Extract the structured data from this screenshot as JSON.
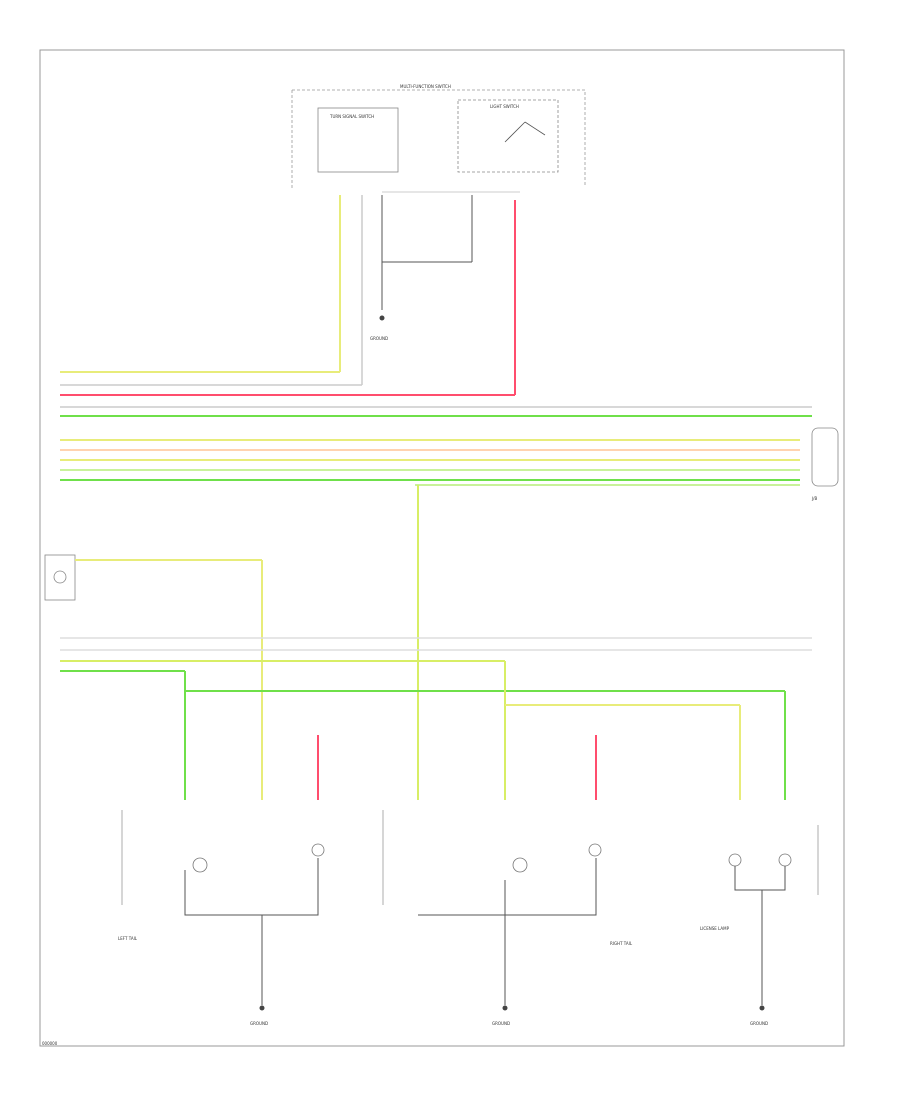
{
  "labels": {
    "switch_title": "MULTI-FUNCTION SWITCH",
    "turn_signal": "TURN SIGNAL SWITCH",
    "light_switch": "LIGHT SWITCH",
    "ground_top": "GROUND",
    "junction": "J/B",
    "left_tail": "LEFT TAIL",
    "right_tail": "RIGHT TAIL",
    "license_lamp": "LICENSE LAMP",
    "ground_1": "GROUND",
    "ground_2": "GROUND",
    "ground_3": "GROUND",
    "footer_code": "000000"
  },
  "colors": {
    "yellow": "#e8ec7a",
    "red": "#ff4d6d",
    "green": "#6fe04a",
    "light_green": "#c9f29a",
    "orange": "#ffd3b0",
    "yellow_green": "#d8ee66",
    "gray": "#cccccc",
    "frame": "#999999"
  }
}
